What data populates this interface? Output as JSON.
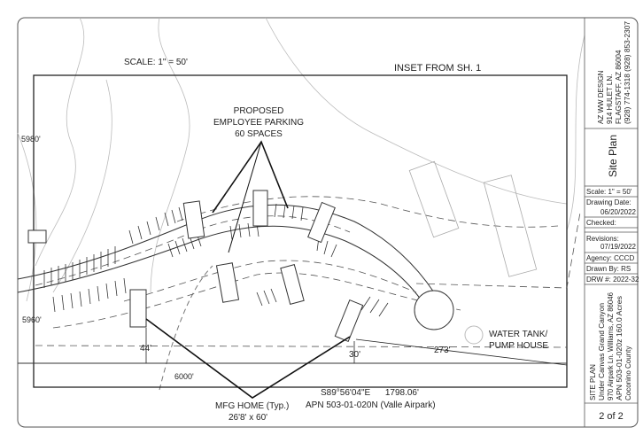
{
  "drawing": {
    "scale_note": "SCALE: 1\" = 50'",
    "inset_title": "INSET FROM SH. 1",
    "parking_label": [
      "PROPOSED",
      "EMPLOYEE PARKING",
      "60 SPACES"
    ],
    "contour_labels": [
      "5980'",
      "5960'",
      "6000'"
    ],
    "dimension_44": "44'",
    "dimension_30": "30'",
    "dimension_273": "273'",
    "water_tank_label": [
      "WATER TANK/",
      "PUMP HOUSE"
    ],
    "mfg_home_label": [
      "MFG HOME (Typ.)",
      "26'8' x 60'"
    ],
    "bearing": "S89°56'04\"E      1798.06'",
    "apn_adjacent": "APN 503-01-020N (Valle Airpark)"
  },
  "title_block": {
    "company": [
      "AZ WW DESIGN",
      "914 HULET LN.",
      "FLAGSTAFF, AZ  86004",
      "(928) 774-1318   (928) 853-2307"
    ],
    "sheet_title": "Site Plan",
    "scale": "Scale:  1\" = 50'",
    "drawing_date_label": "Drawing Date:",
    "drawing_date": "06/20/2022",
    "checked_label": "Checked:",
    "revisions_label": "Revisions:",
    "revisions_date": "07/19/2022",
    "agency": "Agency: CCCD",
    "drawn_by": "Drawn By:  RS",
    "drw_number": "DRW #: 2022-32",
    "project": [
      "SITE PLAN",
      "Under Canvas Grand Canyon",
      "970 Airpark Ln. Williams, AZ 86046",
      "APN 503-01-020z     160.0 Acres",
      "Coconino County"
    ],
    "sheet_number": "2 of 2"
  }
}
